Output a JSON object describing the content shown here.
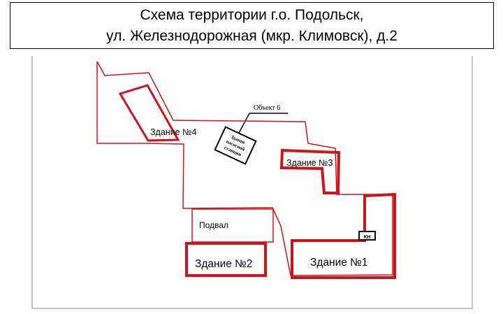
{
  "title": {
    "line1": "Схема территории г.о. Подольск,",
    "line2": "ул. Железнодорожная (мкр. Климовск), д.2"
  },
  "labels": {
    "building4": "Здание №4",
    "building3": "Здание №3",
    "building2": "Здание №2",
    "building1": "Здание №1",
    "basement": "Подвал",
    "object6": "Объект 6",
    "pump_station_lines": [
      "Здание",
      "насосной",
      "станции"
    ],
    "kn": "КН"
  },
  "colors": {
    "boundary": "#d0121b",
    "frame": "#8a8a8a",
    "text": "#000000"
  }
}
